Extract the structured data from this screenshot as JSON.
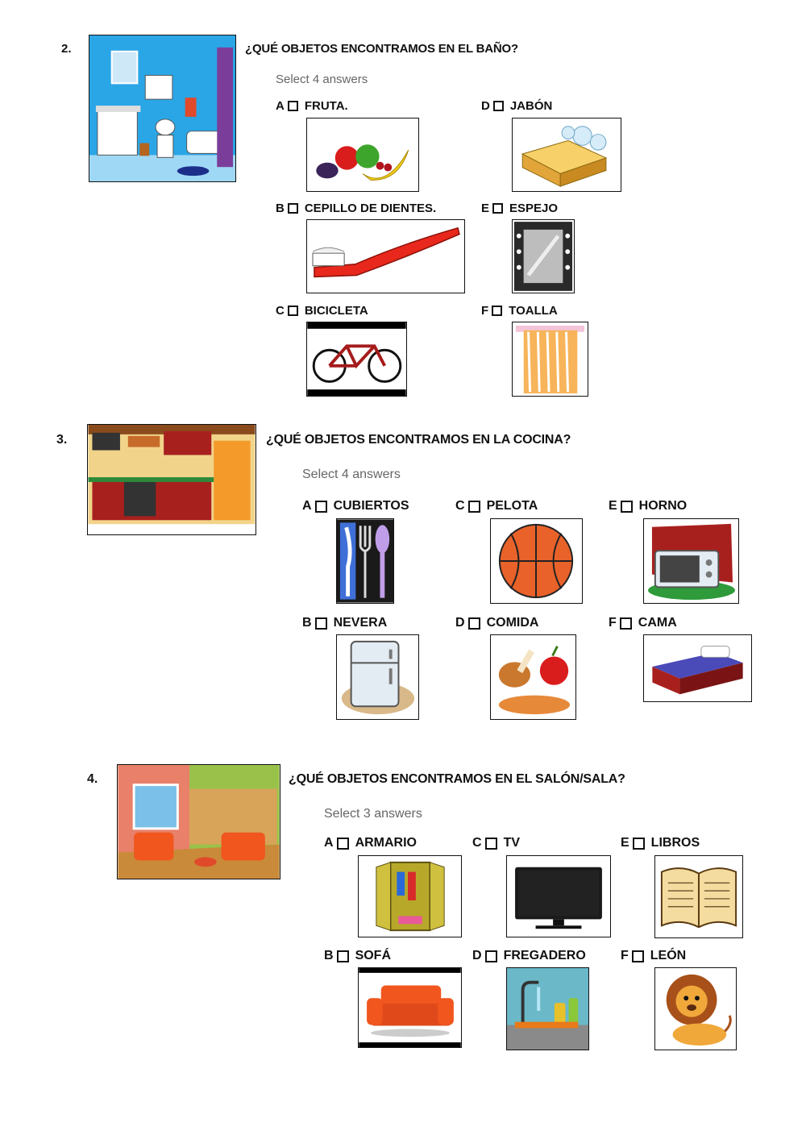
{
  "questions": [
    {
      "number": "2.",
      "title": "¿QUÉ OBJETOS ENCONTRAMOS EN EL BAÑO?",
      "hint": "Select 4 answers",
      "options": [
        {
          "letter": "A",
          "label": "FRUTA.",
          "icon": "fruit-icon"
        },
        {
          "letter": "B",
          "label": "CEPILLO DE DIENTES.",
          "icon": "toothbrush-icon"
        },
        {
          "letter": "C",
          "label": "BICICLETA",
          "icon": "bicycle-icon"
        },
        {
          "letter": "D",
          "label": "JABÓN",
          "icon": "soap-icon"
        },
        {
          "letter": "E",
          "label": "ESPEJO",
          "icon": "mirror-icon"
        },
        {
          "letter": "F",
          "label": "TOALLA",
          "icon": "towel-icon"
        }
      ]
    },
    {
      "number": "3.",
      "title": "¿QUÉ OBJETOS ENCONTRAMOS EN LA COCINA?",
      "hint": "Select 4 answers",
      "options": [
        {
          "letter": "A",
          "label": "CUBIERTOS",
          "icon": "cutlery-icon"
        },
        {
          "letter": "B",
          "label": "NEVERA",
          "icon": "fridge-icon"
        },
        {
          "letter": "C",
          "label": "PELOTA",
          "icon": "ball-icon"
        },
        {
          "letter": "D",
          "label": "COMIDA",
          "icon": "food-icon"
        },
        {
          "letter": "E",
          "label": "HORNO",
          "icon": "oven-icon"
        },
        {
          "letter": "F",
          "label": "CAMA",
          "icon": "bed-icon"
        }
      ]
    },
    {
      "number": "4.",
      "title": "¿QUÉ OBJETOS ENCONTRAMOS EN EL SALÓN/SALA?",
      "hint": "Select 3 answers",
      "options": [
        {
          "letter": "A",
          "label": "ARMARIO",
          "icon": "wardrobe-icon"
        },
        {
          "letter": "B",
          "label": "SOFÁ",
          "icon": "sofa-icon"
        },
        {
          "letter": "C",
          "label": "TV",
          "icon": "tv-icon"
        },
        {
          "letter": "D",
          "label": "FREGADERO",
          "icon": "sink-icon"
        },
        {
          "letter": "E",
          "label": "LIBROS",
          "icon": "books-icon"
        },
        {
          "letter": "F",
          "label": "LEÓN",
          "icon": "lion-icon"
        }
      ]
    }
  ]
}
